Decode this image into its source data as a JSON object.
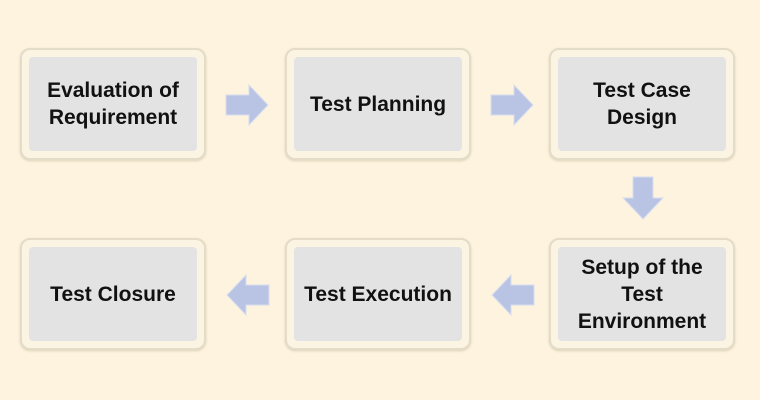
{
  "steps": [
    {
      "label": "Evaluation of Requirement"
    },
    {
      "label": "Test Planning"
    },
    {
      "label": "Test Case Design"
    },
    {
      "label": "Setup of the Test Environment"
    },
    {
      "label": "Test Execution"
    },
    {
      "label": "Test Closure"
    }
  ],
  "colors": {
    "background": "#fdf3de",
    "box_fill": "#e3e3e3",
    "box_frame": "#fbf4e2",
    "arrow": "#b9c3e3"
  }
}
